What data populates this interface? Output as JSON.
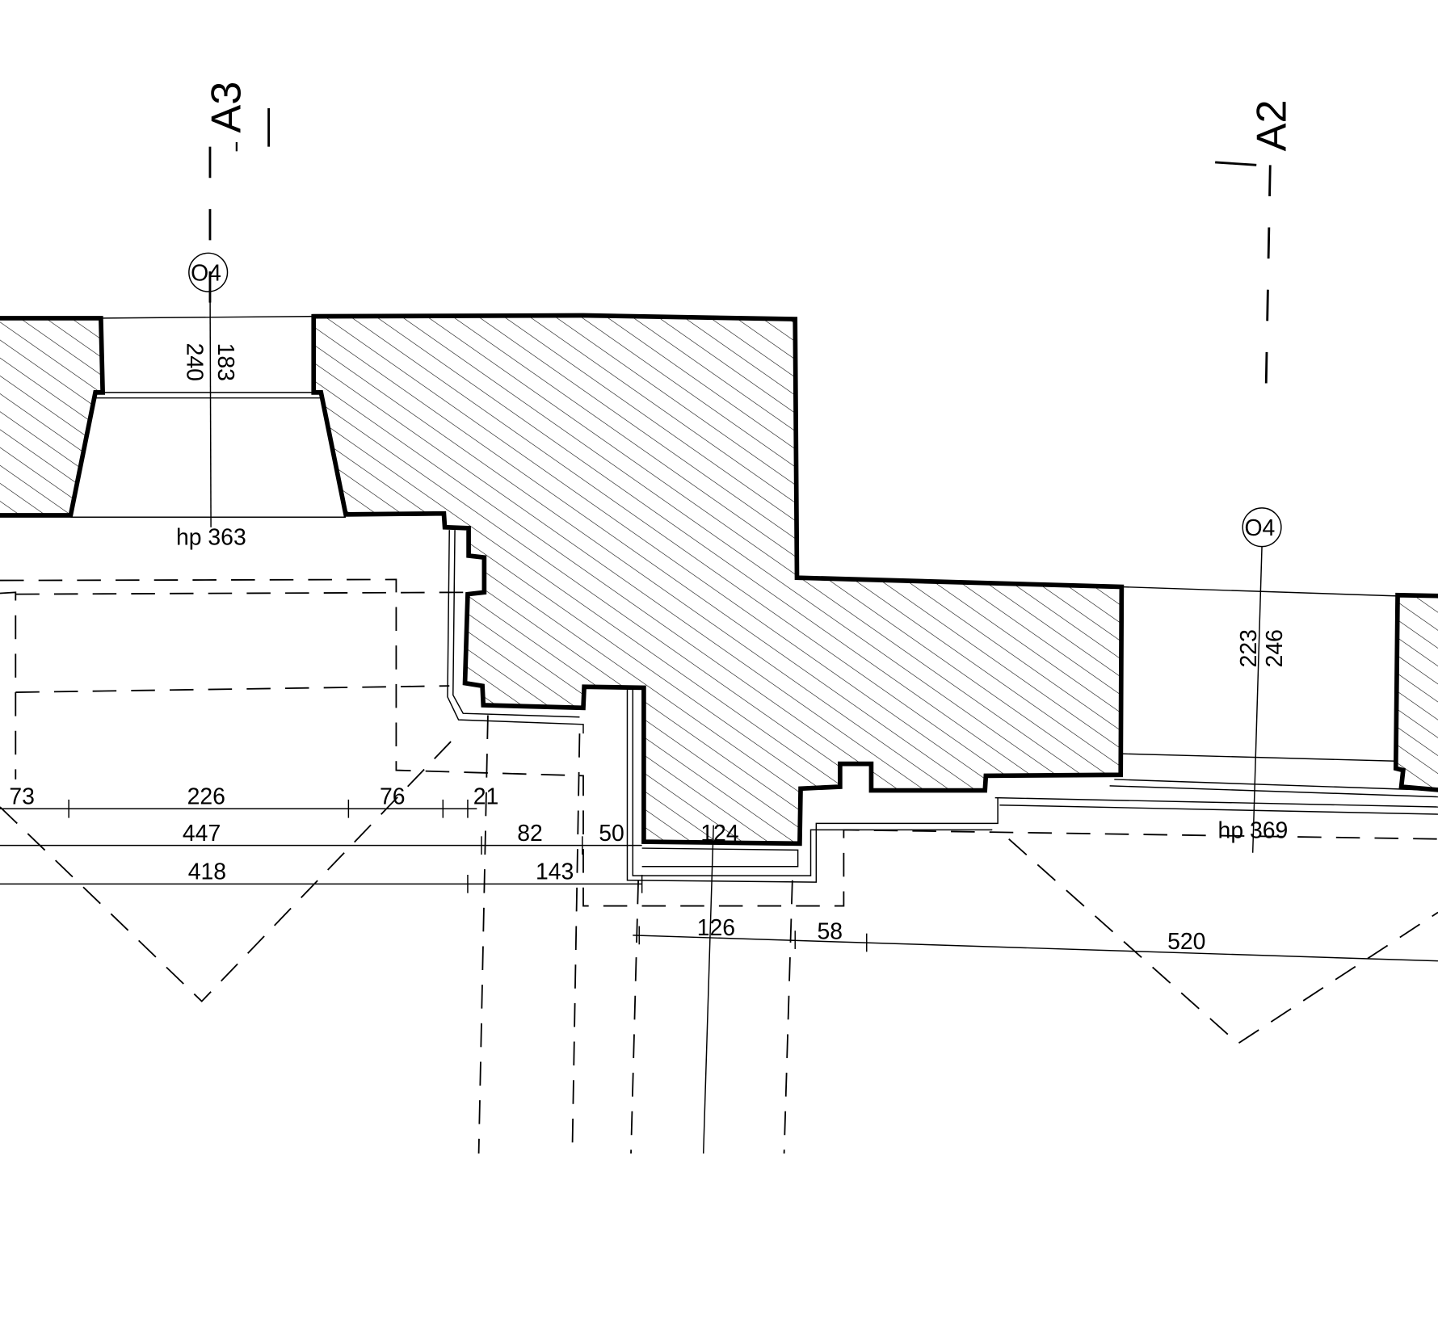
{
  "drawing": {
    "axes": [
      {
        "label": "A3",
        "marker": "O4"
      },
      {
        "label": "A2",
        "marker": "O4"
      }
    ],
    "heights": {
      "left_opening": [
        "183",
        "240"
      ],
      "right_opening": [
        "223",
        "246"
      ]
    },
    "levels": {
      "left": "hp 363",
      "right": "hp 369"
    },
    "dimensions": {
      "row1": [
        "73",
        "226",
        "76",
        "21"
      ],
      "row2": [
        "447",
        "82",
        "50",
        "124"
      ],
      "row3": [
        "418",
        "143"
      ],
      "row4": [
        "126",
        "58",
        "520"
      ]
    },
    "colors": {
      "line": "#000000",
      "background": "#ffffff"
    }
  }
}
